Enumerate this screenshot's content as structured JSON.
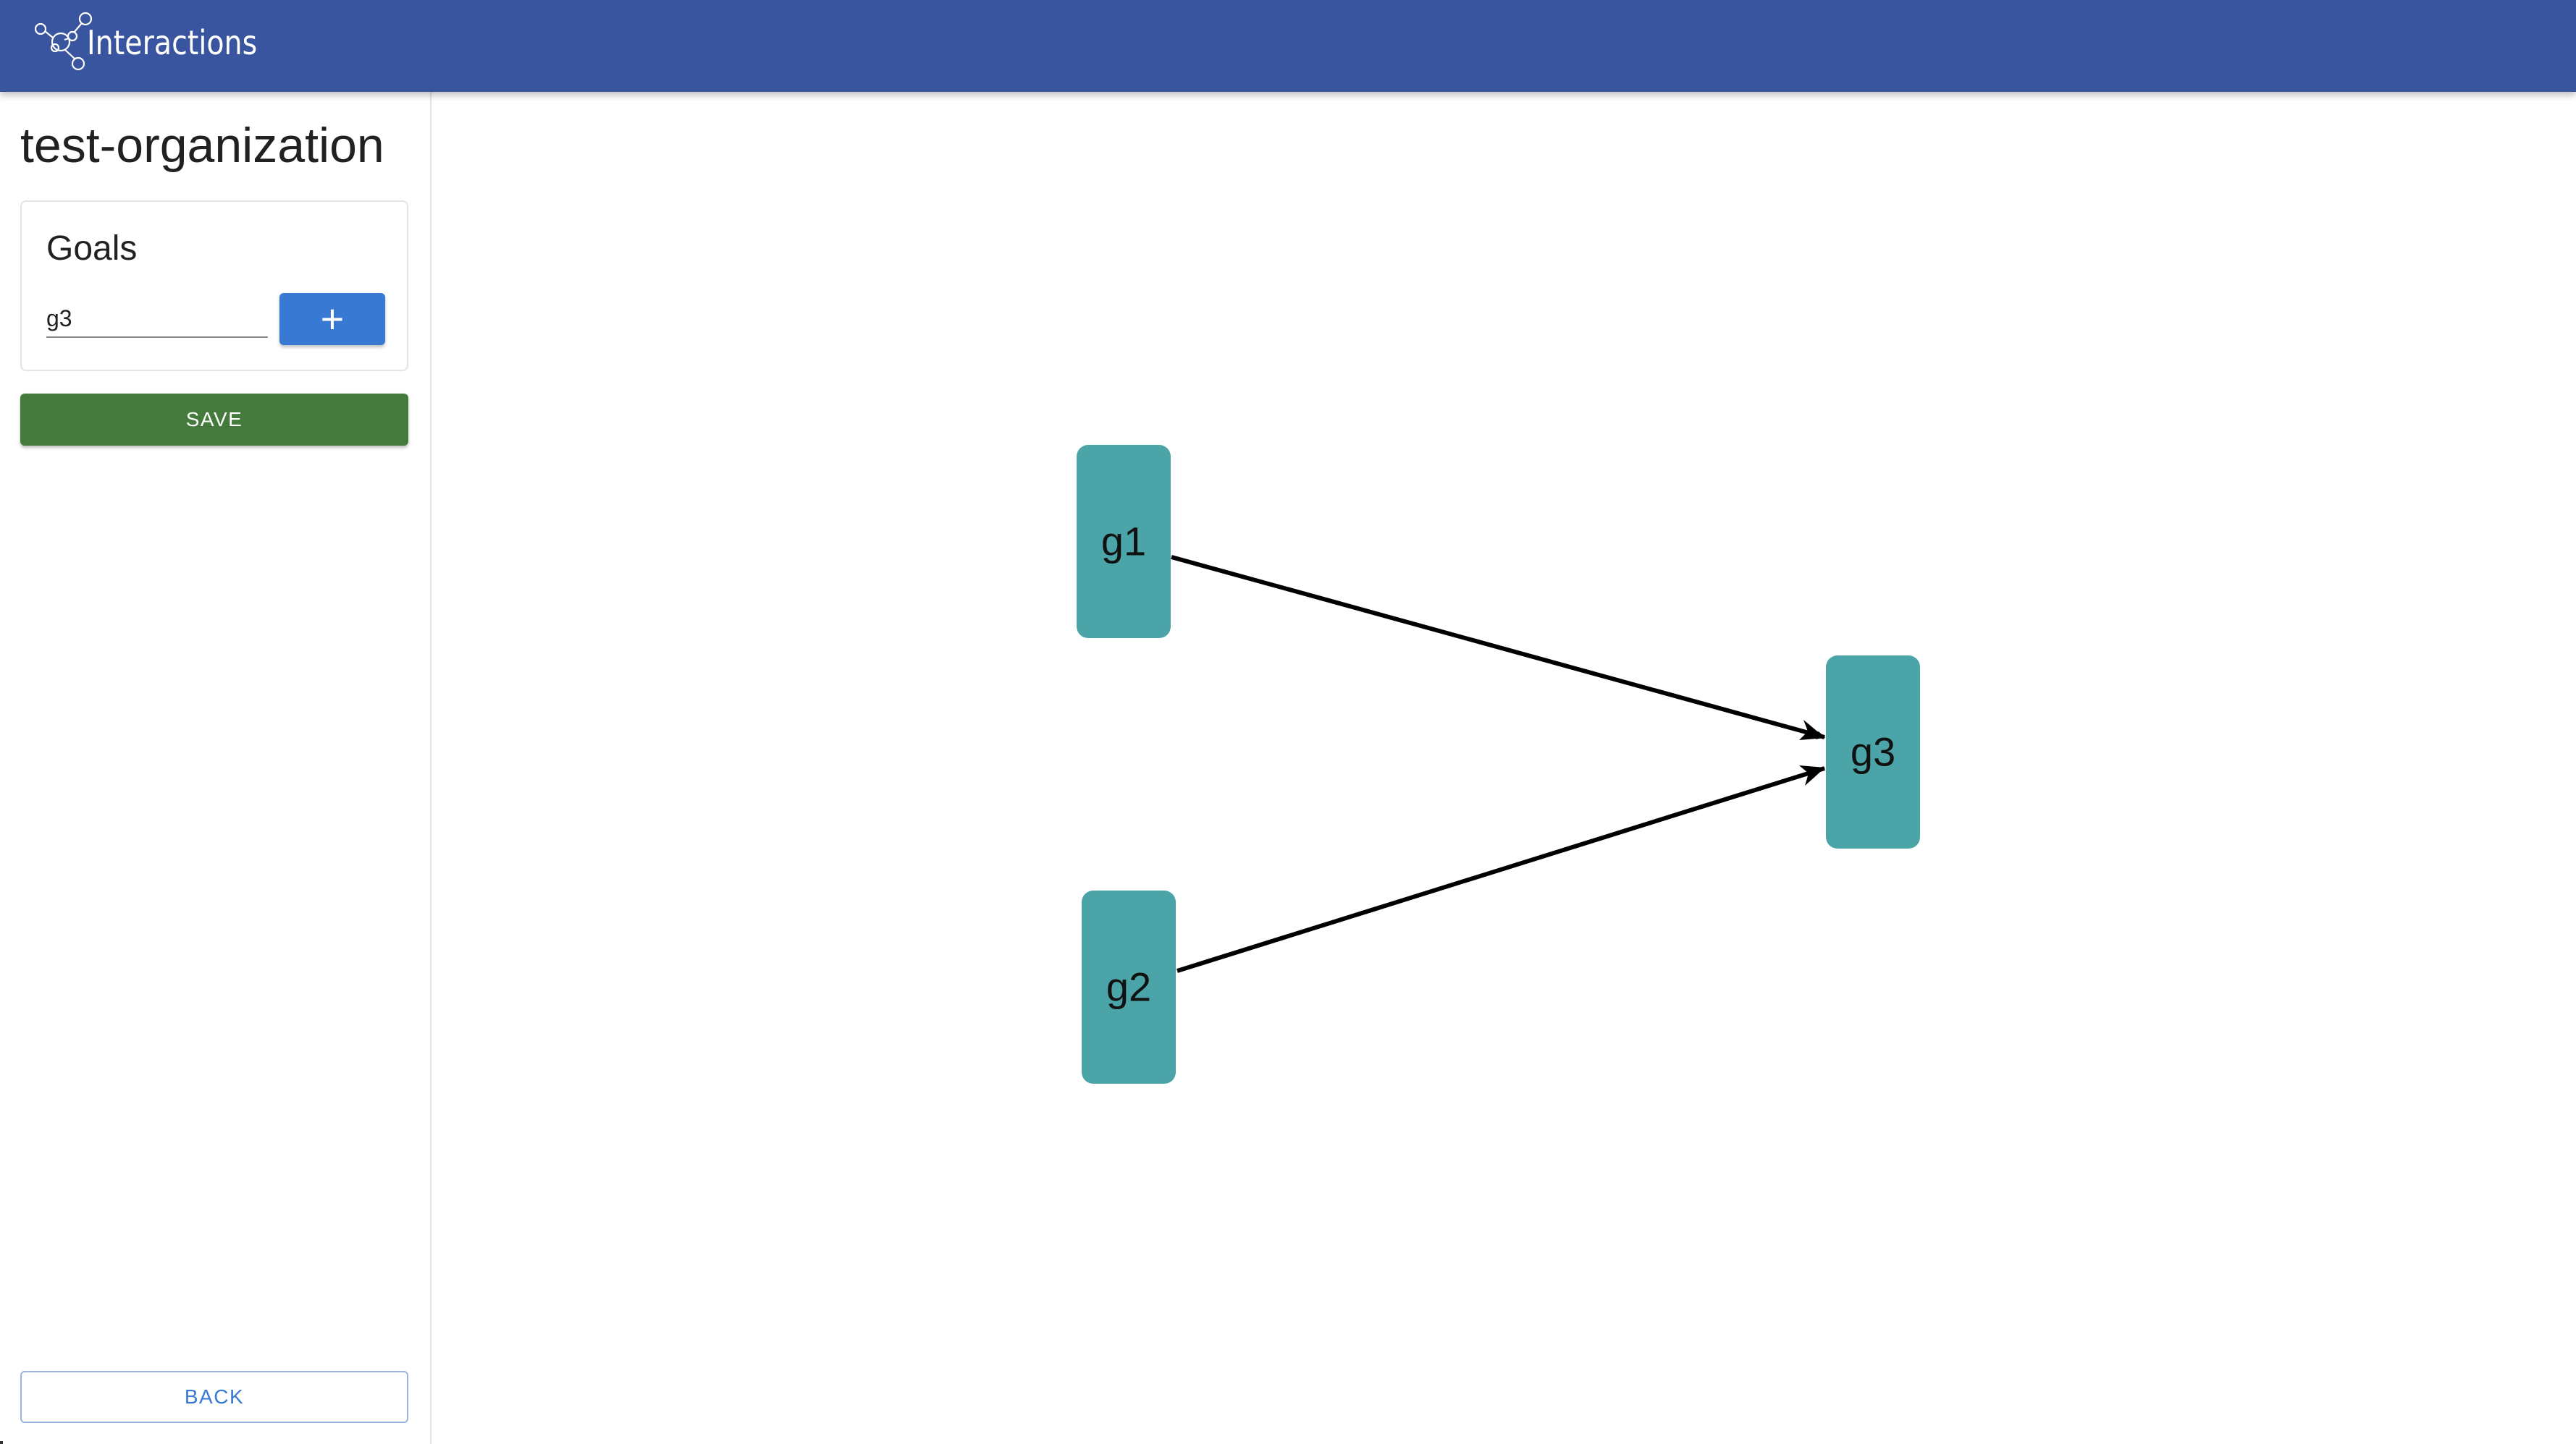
{
  "app": {
    "title": "Interactions",
    "brand_color": "#3a559f",
    "logo_icon": "molecule-network-icon"
  },
  "sidebar": {
    "organization_name": "test-organization",
    "goals_card": {
      "title": "Goals",
      "input_value": "g3",
      "add_button_icon": "plus-icon",
      "add_button_label": "+"
    },
    "save_label": "SAVE",
    "back_label": "BACK"
  },
  "graph": {
    "node_color": "#4ba4a8",
    "edge_color": "#000000",
    "nodes": [
      {
        "id": "g1",
        "label": "g1"
      },
      {
        "id": "g2",
        "label": "g2"
      },
      {
        "id": "g3",
        "label": "g3"
      }
    ],
    "edges": [
      {
        "from": "g1",
        "to": "g3",
        "arrow": "arrow-head-icon"
      },
      {
        "from": "g2",
        "to": "g3",
        "arrow": "arrow-head-icon"
      }
    ]
  }
}
